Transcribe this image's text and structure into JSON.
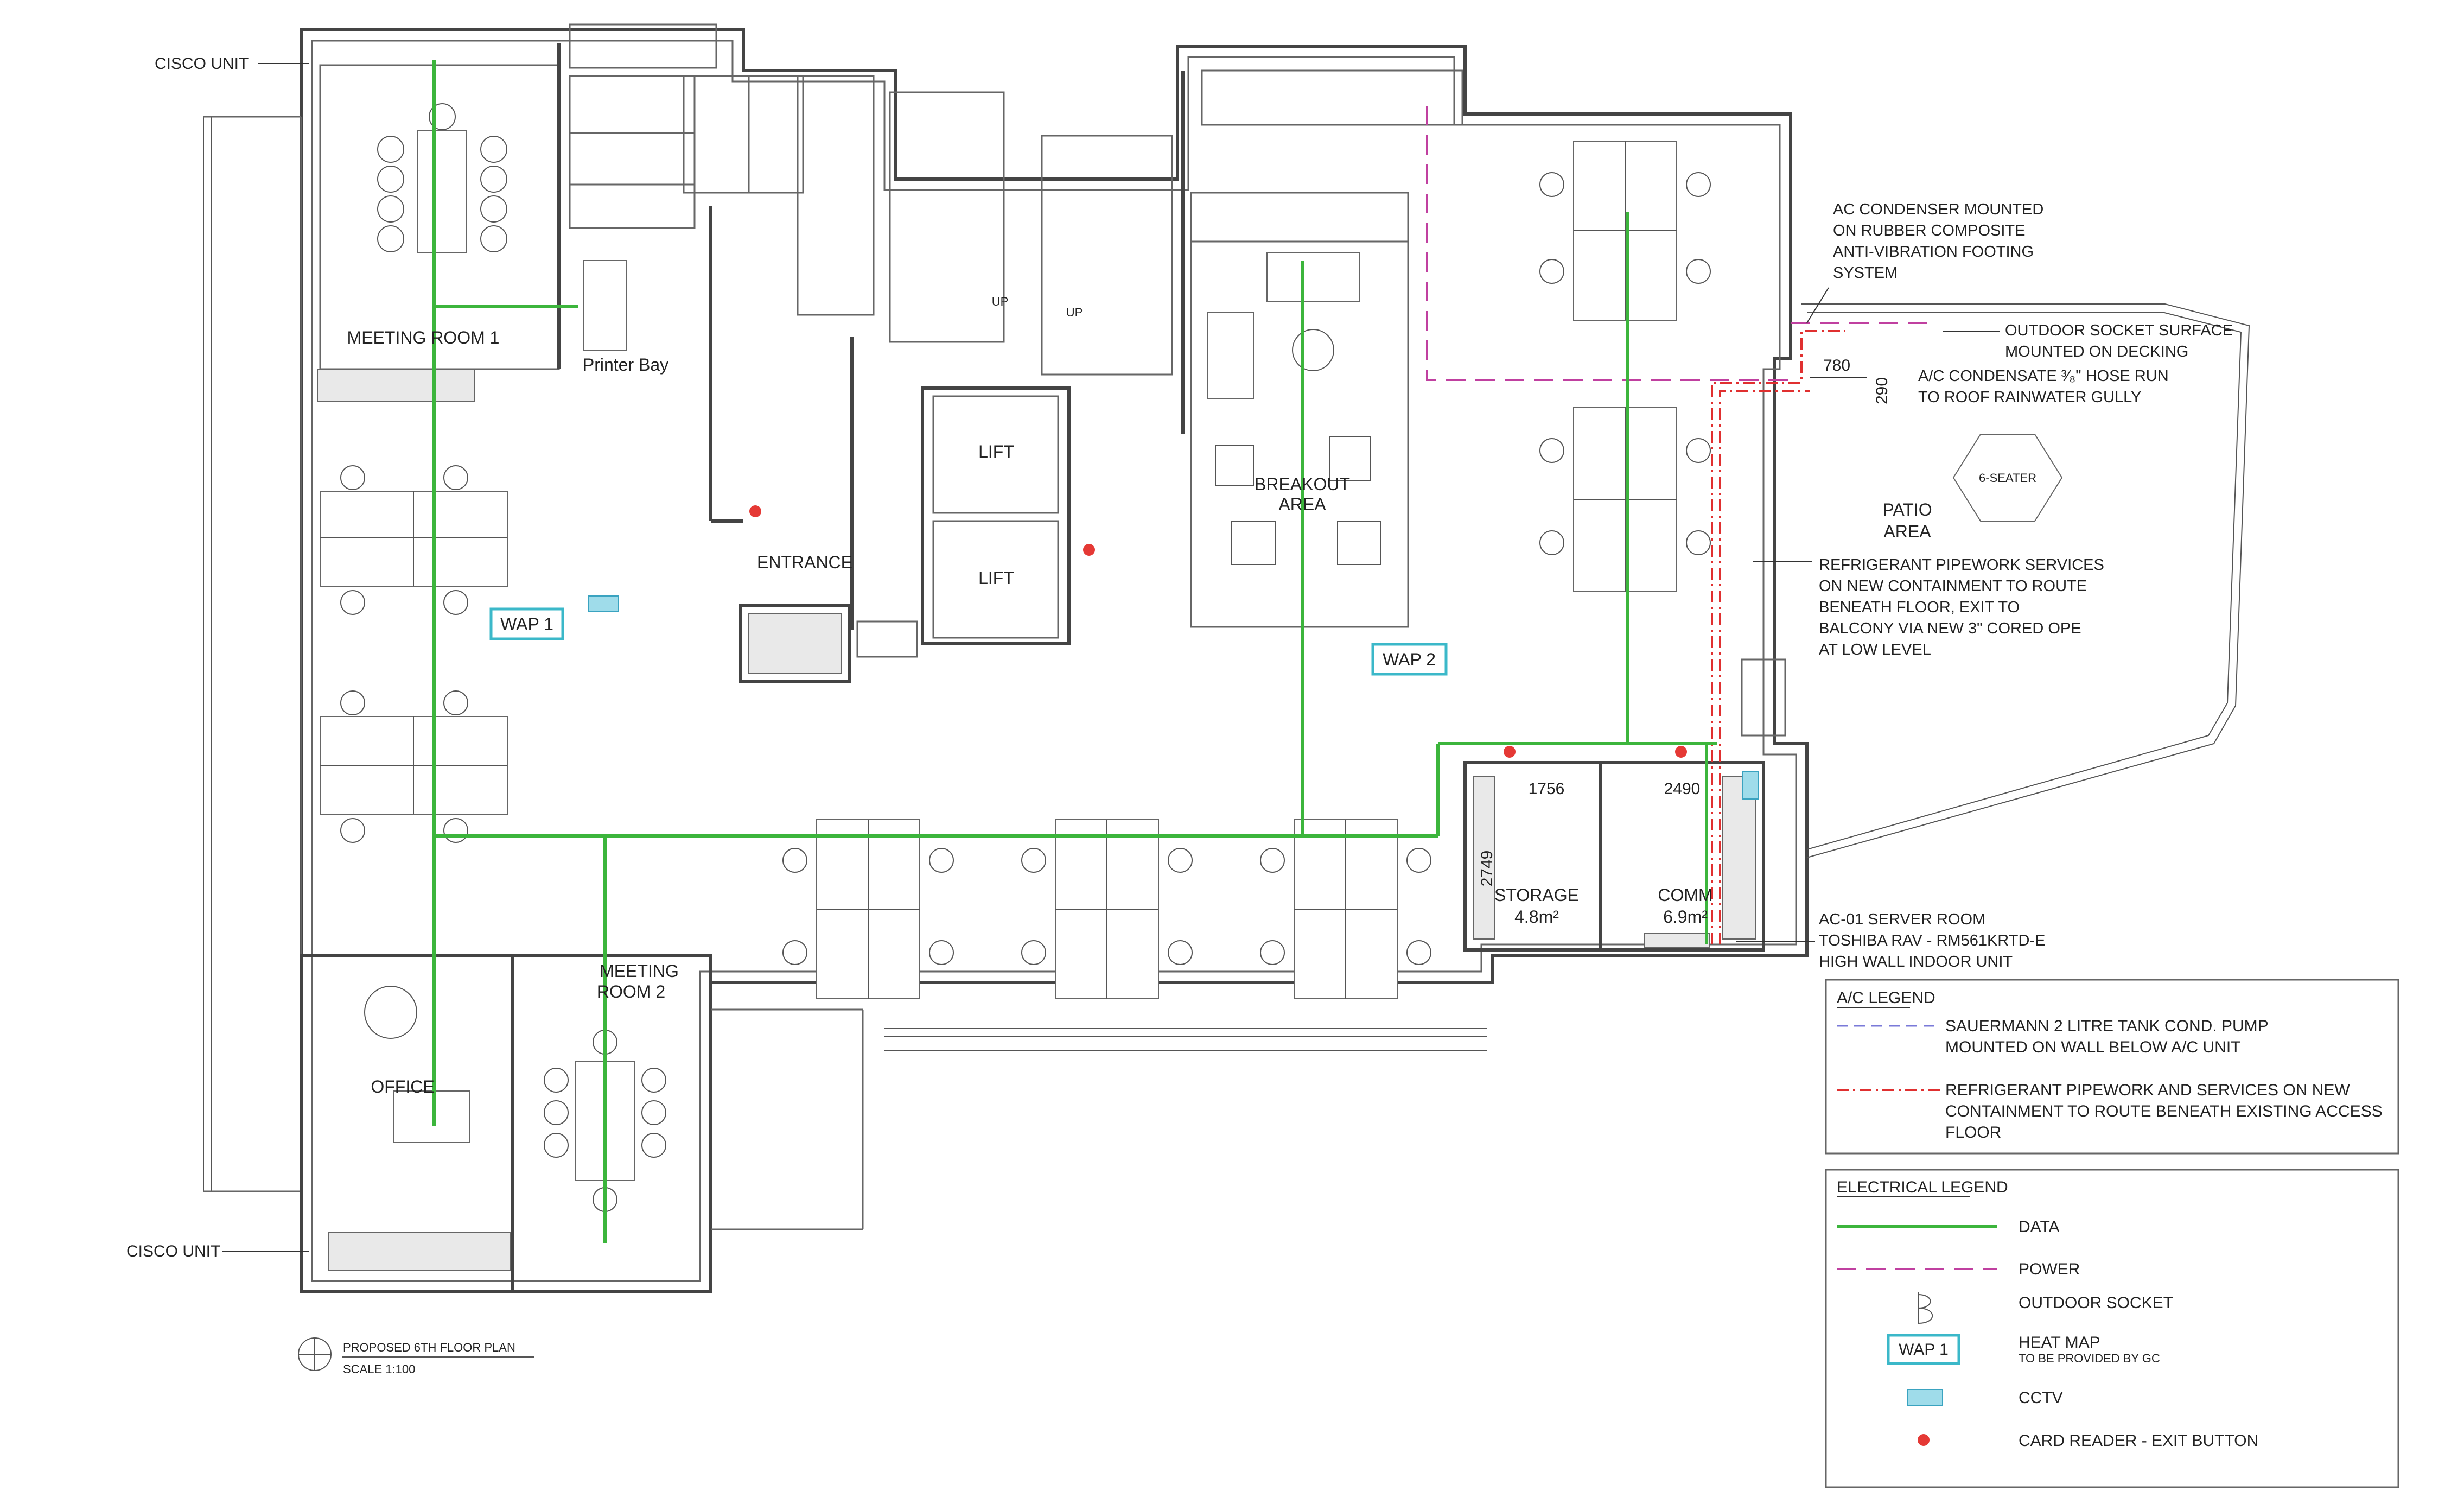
{
  "labels": {
    "cisco_top": "CISCO UNIT",
    "cisco_bottom": "CISCO UNIT",
    "meeting_room_1": "MEETING ROOM 1",
    "printer_bay": "Printer Bay",
    "entrance": "ENTRANCE",
    "lift": "LIFT",
    "up": "UP",
    "breakout_1": "BREAKOUT",
    "breakout_2": "AREA",
    "patio_1": "PATIO",
    "patio_2": "AREA",
    "six_seater": "6-SEATER",
    "storage": "STORAGE",
    "storage_area": "4.8m²",
    "comm": "COMM",
    "comm_area": "6.9m²",
    "office": "OFFICE",
    "meeting_room_2a": "MEETING",
    "meeting_room_2b": "ROOM 2",
    "wap1": "WAP 1",
    "wap2": "WAP 2"
  },
  "dimensions": {
    "d780": "780",
    "d290": "290",
    "d1756": "1756",
    "d2490": "2490",
    "d2749": "2749"
  },
  "notes": {
    "ac_condenser": [
      "AC CONDENSER MOUNTED",
      "ON RUBBER COMPOSITE",
      "ANTI-VIBRATION FOOTING",
      "SYSTEM"
    ],
    "outdoor_socket": [
      "OUTDOOR SOCKET SURFACE",
      "MOUNTED ON DECKING"
    ],
    "ac_condensate": [
      "A/C CONDENSATE ³⁄₈\" HOSE  RUN",
      "TO ROOF RAINWATER GULLY"
    ],
    "refrigerant": [
      "REFRIGERANT PIPEWORK SERVICES",
      "ON NEW CONTAINMENT TO ROUTE",
      "BENEATH FLOOR, EXIT TO",
      "BALCONY VIA NEW 3\" CORED OPE",
      "AT LOW LEVEL"
    ],
    "server_room": [
      "AC-01 SERVER ROOM",
      "TOSHIBA RAV - RM561KRTD-E",
      "HIGH WALL INDOOR UNIT"
    ]
  },
  "title_block": {
    "title": "PROPOSED 6TH FLOOR PLAN",
    "scale": "SCALE 1:100"
  },
  "ac_legend": {
    "title": "A/C LEGEND",
    "items": [
      {
        "lines": [
          "SAUERMANN 2 LITRE TANK COND. PUMP",
          "MOUNTED ON WALL BELOW A/C UNIT"
        ]
      },
      {
        "lines": [
          "REFRIGERANT PIPEWORK AND SERVICES ON NEW",
          "CONTAINMENT TO ROUTE BENEATH EXISTING ACCESS",
          "FLOOR"
        ]
      }
    ]
  },
  "electrical_legend": {
    "title": "ELECTRICAL LEGEND",
    "data": "DATA",
    "power": "POWER",
    "outdoor_socket": "OUTDOOR SOCKET",
    "wap_sample": "WAP 1",
    "heat_map": "HEAT MAP",
    "heat_map_sub": "TO BE PROVIDED BY GC",
    "cctv": "CCTV",
    "card_reader": "CARD READER - EXIT BUTTON"
  },
  "colors": {
    "data": "#3cb53c",
    "power": "#c040a0",
    "refrigerant": "#e03030",
    "cond_pump": "#7a7ad8",
    "wap": "#3bb8c9",
    "card_reader": "#e53935"
  }
}
